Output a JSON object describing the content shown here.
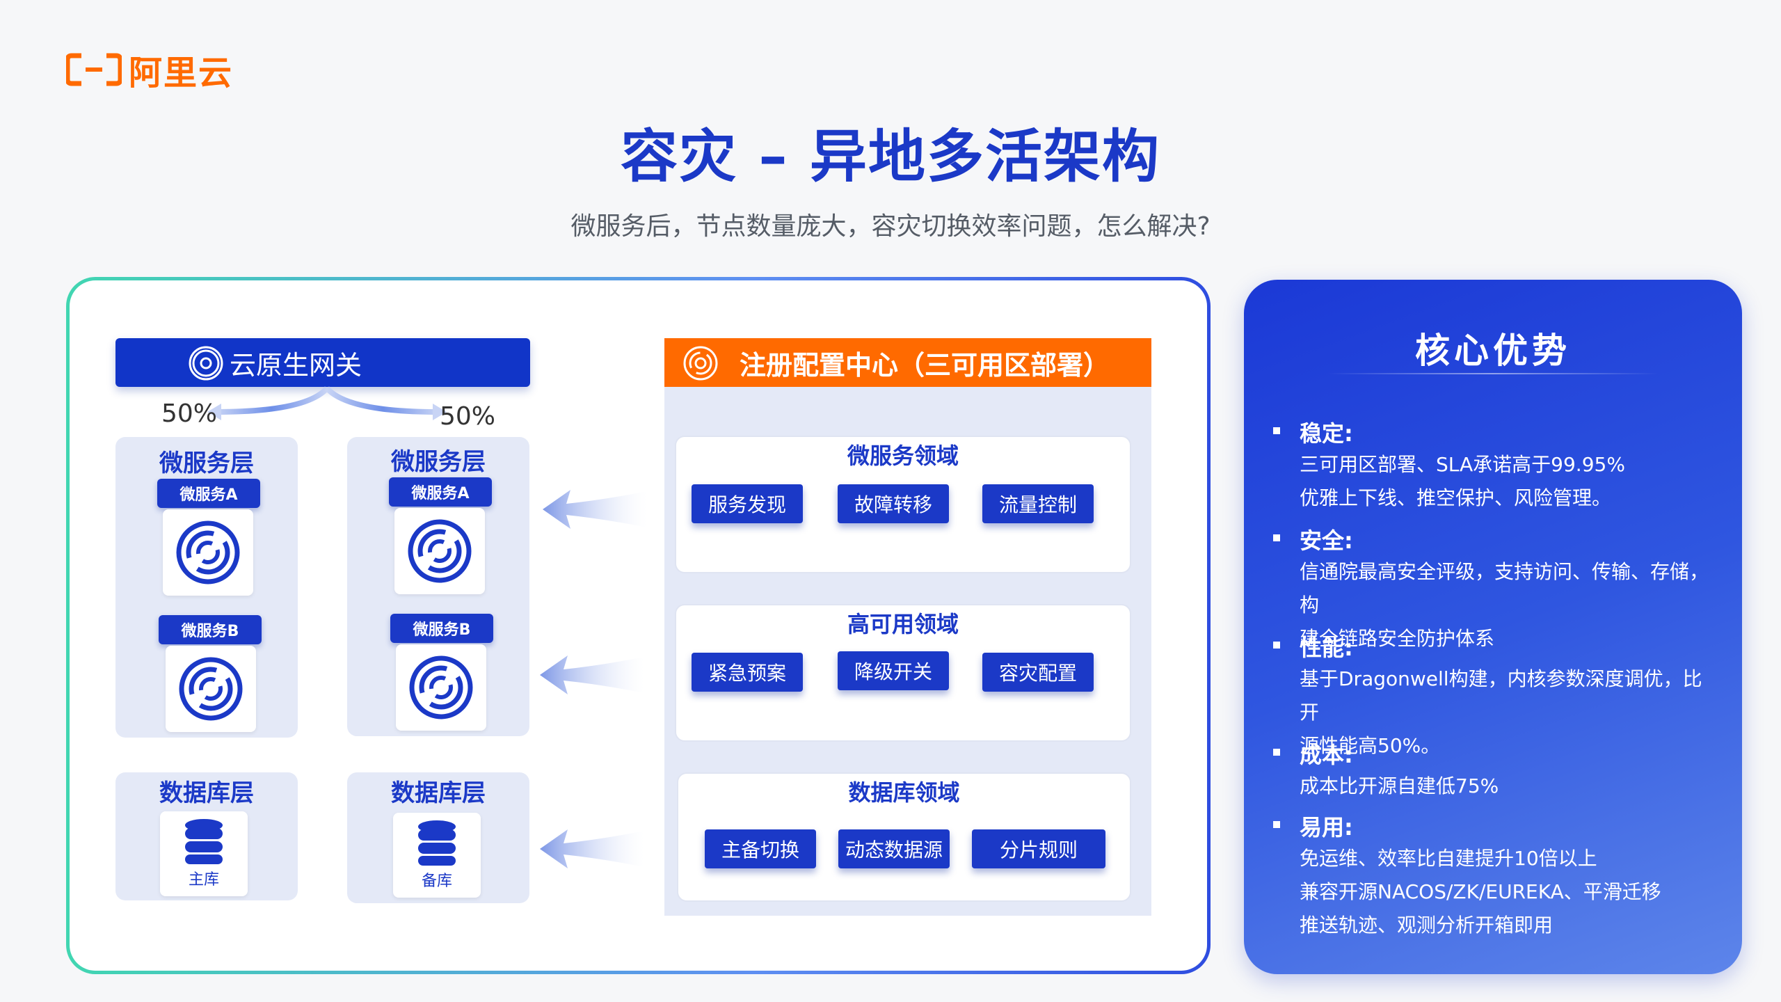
{
  "logo": {
    "text": "阿里云"
  },
  "title": "容灾 – 异地多活架构",
  "subtitle": "微服务后，节点数量庞大，容灾切换效率问题，怎么解决?",
  "gateway": {
    "label": "云原生网关",
    "left_pct": "50%",
    "right_pct": "50%"
  },
  "service_layers": [
    {
      "title": "微服务层",
      "services": [
        "微服务A",
        "微服务B"
      ]
    },
    {
      "title": "微服务层",
      "services": [
        "微服务A",
        "微服务B"
      ]
    }
  ],
  "db_layers": [
    {
      "title": "数据库层",
      "db": "主库"
    },
    {
      "title": "数据库层",
      "db": "备库"
    }
  ],
  "registry": {
    "title": "注册配置中心（三可用区部署）",
    "domains": [
      {
        "title": "微服务领域",
        "buttons": [
          "服务发现",
          "故障转移",
          "流量控制"
        ]
      },
      {
        "title": "高可用领域",
        "buttons": [
          "紧急预案",
          "降级开关",
          "容灾配置"
        ]
      },
      {
        "title": "数据库领域",
        "buttons": [
          "主备切换",
          "动态数据源",
          "分片规则"
        ]
      }
    ]
  },
  "advantages": {
    "title": "核心优势",
    "items": [
      {
        "head": "稳定",
        "lines": [
          "三可用区部署、SLA承诺高于99.95%",
          "优雅上下线、推空保护、风险管理。"
        ]
      },
      {
        "head": "安全",
        "lines": [
          "信通院最高安全评级，支持访问、传输、存储，构",
          "建全链路安全防护体系"
        ]
      },
      {
        "head": "性能",
        "lines": [
          "基于Dragonwell构建，内核参数深度调优，比开",
          "源性能高50%。"
        ]
      },
      {
        "head": "成本",
        "lines": [
          "成本比开源自建低75%"
        ]
      },
      {
        "head": "易用",
        "lines": [
          "免运维、效率比自建提升10倍以上",
          "兼容开源NACOS/ZK/EUREKA、平滑迁移",
          "推送轨迹、观测分析开箱即用"
        ]
      }
    ]
  },
  "colors": {
    "primary": "#1b39c7",
    "accent": "#ff6a00"
  }
}
